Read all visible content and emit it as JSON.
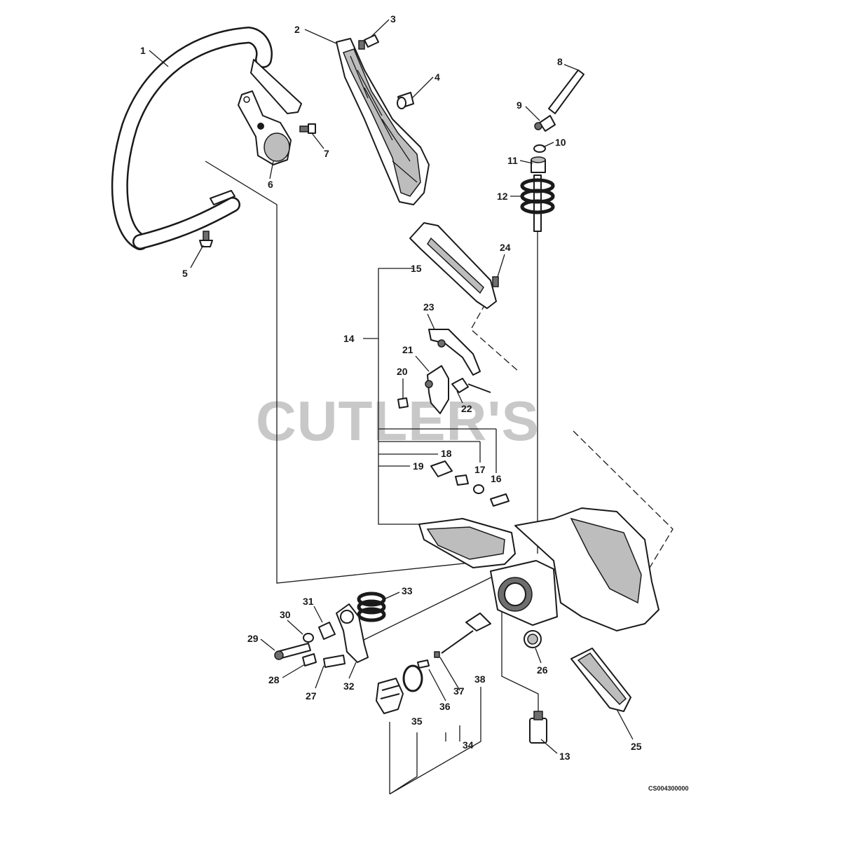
{
  "watermark": "CUTLER'S",
  "diagram_code": "CS004300000",
  "callouts": [
    "1",
    "2",
    "3",
    "4",
    "5",
    "6",
    "7",
    "8",
    "9",
    "10",
    "11",
    "12",
    "13",
    "14",
    "15",
    "16",
    "17",
    "18",
    "19",
    "20",
    "21",
    "22",
    "23",
    "24",
    "25",
    "26",
    "27",
    "28",
    "29",
    "30",
    "31",
    "32",
    "33",
    "34",
    "35",
    "36",
    "37",
    "38"
  ],
  "colors": {
    "line": "#1a1a1a",
    "watermark": "#c8c8c8",
    "shade": "#bdbdbd"
  }
}
